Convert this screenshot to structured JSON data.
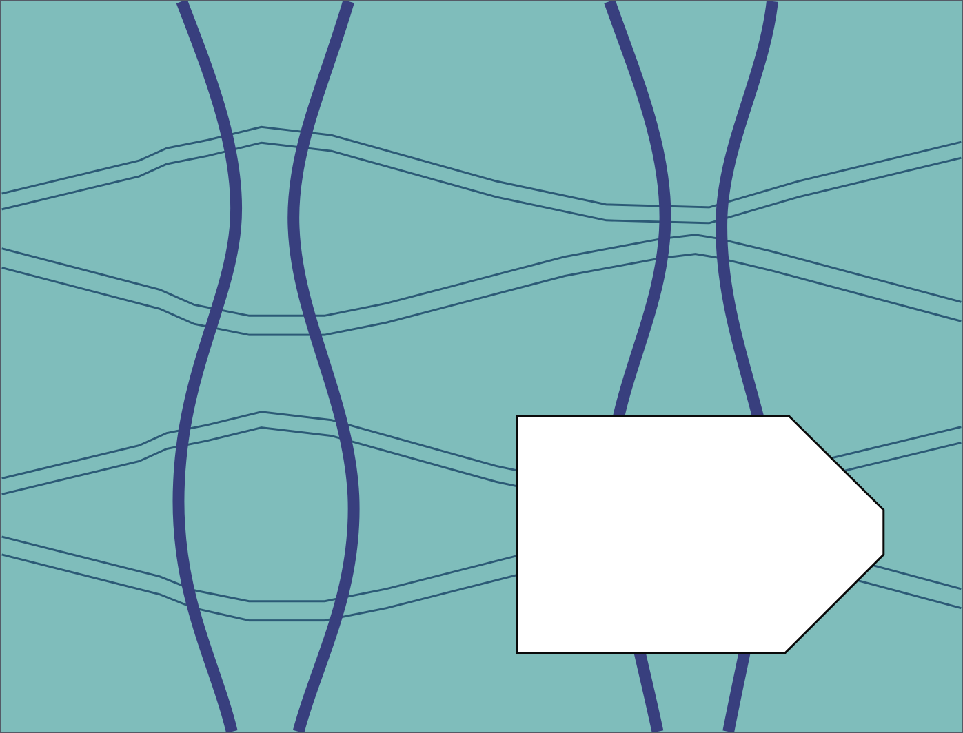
{
  "colors": {
    "background": "#7fbdbb",
    "thick_curve": "#383f7e",
    "thin_line": "#2c5a76",
    "tag_fill": "#ffffff",
    "tag_stroke": "#0a0a0a",
    "frame": "#555a66"
  },
  "graphic": {
    "pattern": "wavy-lattice",
    "thick_curve_count": 4,
    "thin_band_count": 4,
    "tag_shape": "pentagon-label",
    "tag_text": ""
  }
}
